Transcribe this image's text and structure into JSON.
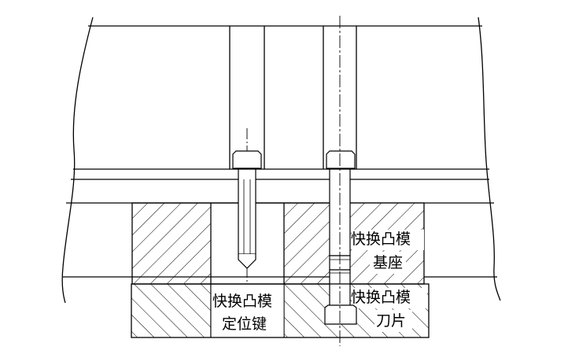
{
  "labels": {
    "base_line1": "快换凸模",
    "base_line2": "基座",
    "blade_line1": "快换凸模",
    "blade_line2": "刀片",
    "key_line1": "快换凸模",
    "key_line2": "定位键"
  },
  "colors": {
    "line": "#000000",
    "background": "#ffffff"
  }
}
